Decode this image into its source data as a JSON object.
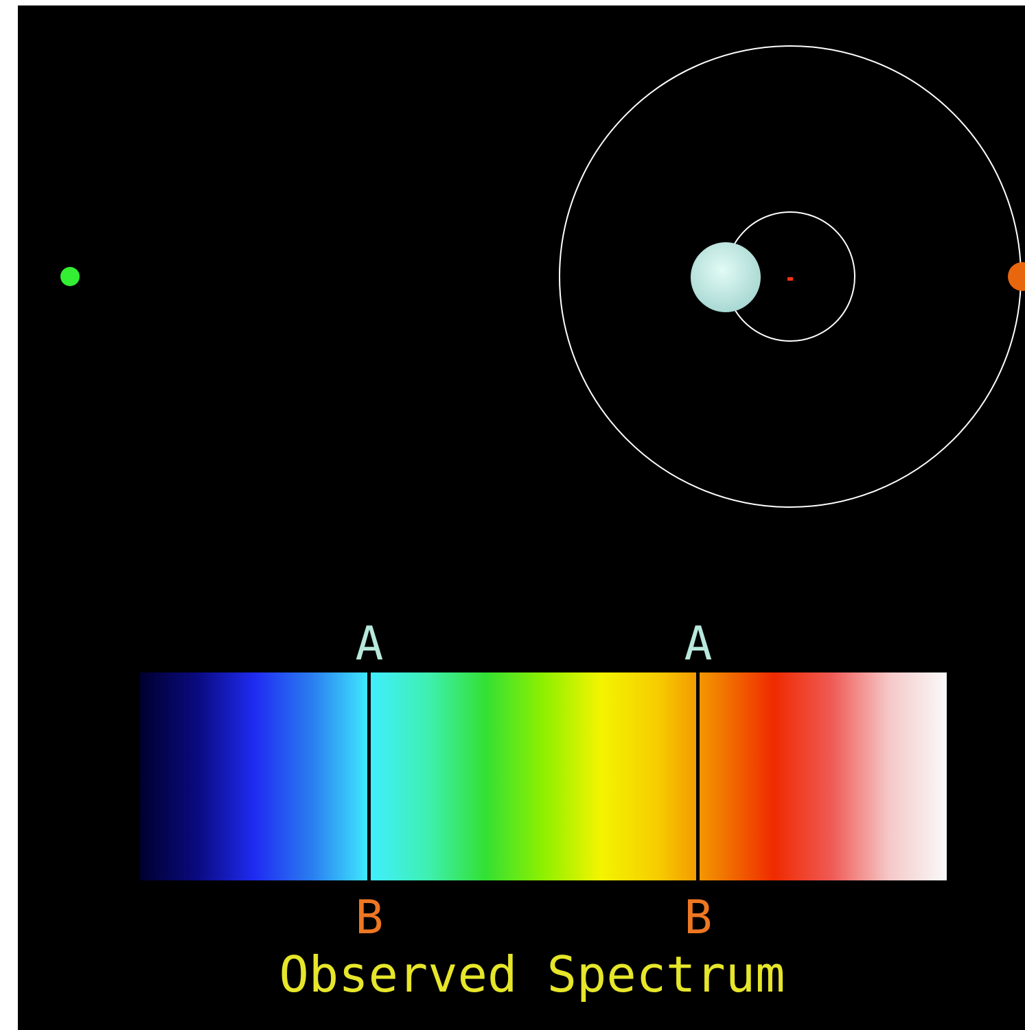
{
  "colors": {
    "background": "#000000",
    "orbit_line": "#ffffff",
    "observer": "#33ee33",
    "star_a": "#c8eee8",
    "star_b": "#e8660e",
    "center_of_mass": "#ff3311",
    "line_a_label": "#b8e8dc",
    "line_b_label": "#ee7722",
    "caption": "#e6e62a",
    "absorption_line": "#000000"
  },
  "spectrum": {
    "line_a_label": "A",
    "line_b_label": "B",
    "caption": "Observed Spectrum",
    "stops": [
      "#000030",
      "#0a0a80",
      "#1f2cf2",
      "#2a7ff0",
      "#40eeff",
      "#3ef0b0",
      "#33e033",
      "#8ef000",
      "#f4f400",
      "#f6cc00",
      "#f28000",
      "#ef2a00",
      "#ef5a55",
      "#f5c8c8",
      "#fafafa"
    ]
  },
  "icons": {
    "observer": "observer-dot-icon",
    "star_a": "star-a-icon",
    "star_b": "star-b-icon",
    "center_of_mass": "center-of-mass-icon"
  }
}
